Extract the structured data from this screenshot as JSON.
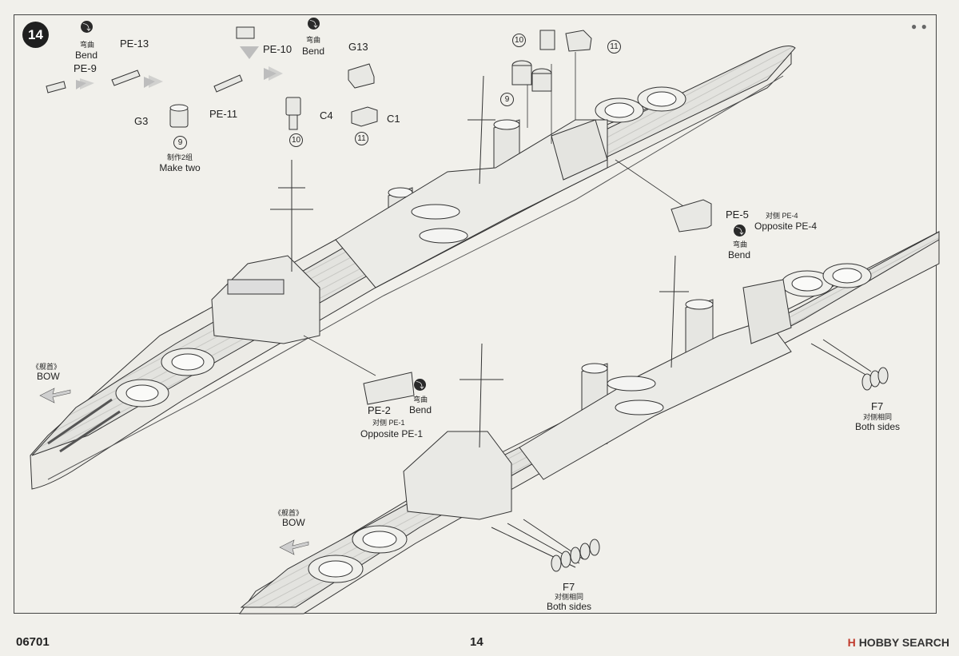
{
  "step_number": "14",
  "page_number": "14",
  "kit_number": "06701",
  "watermark": {
    "brand": "HOBBY SEARCH",
    "mark": "H"
  },
  "labels": {
    "bend_cn": "弯曲",
    "bend_en": "Bend",
    "make_two_cn": "制作2组",
    "make_two_en": "Make two",
    "bow_cn": "《舰首》",
    "bow_en": "BOW",
    "both_sides_cn": "对侧相同",
    "both_sides_en": "Both sides"
  },
  "parts": {
    "pe9": "PE-9",
    "pe13": "PE-13",
    "pe10": "PE-10",
    "pe11": "PE-11",
    "g3": "G3",
    "c4": "C4",
    "g13": "G13",
    "c1": "C1",
    "pe5": "PE-5",
    "pe4_opp_cn": "对侧 PE-4",
    "pe4_opp_en": "Opposite PE-4",
    "pe2": "PE-2",
    "pe1_opp_cn": "对侧 PE-1",
    "pe1_opp_en": "Opposite PE-1",
    "f7": "F7"
  },
  "subassemblies": {
    "a9": "9",
    "a10": "10",
    "a11": "11"
  },
  "colors": {
    "line": "#333333",
    "deck": "#e2e2de",
    "hull": "#ecebe6",
    "bg": "#f1f0eb",
    "arrow": "#bdbdbd"
  }
}
